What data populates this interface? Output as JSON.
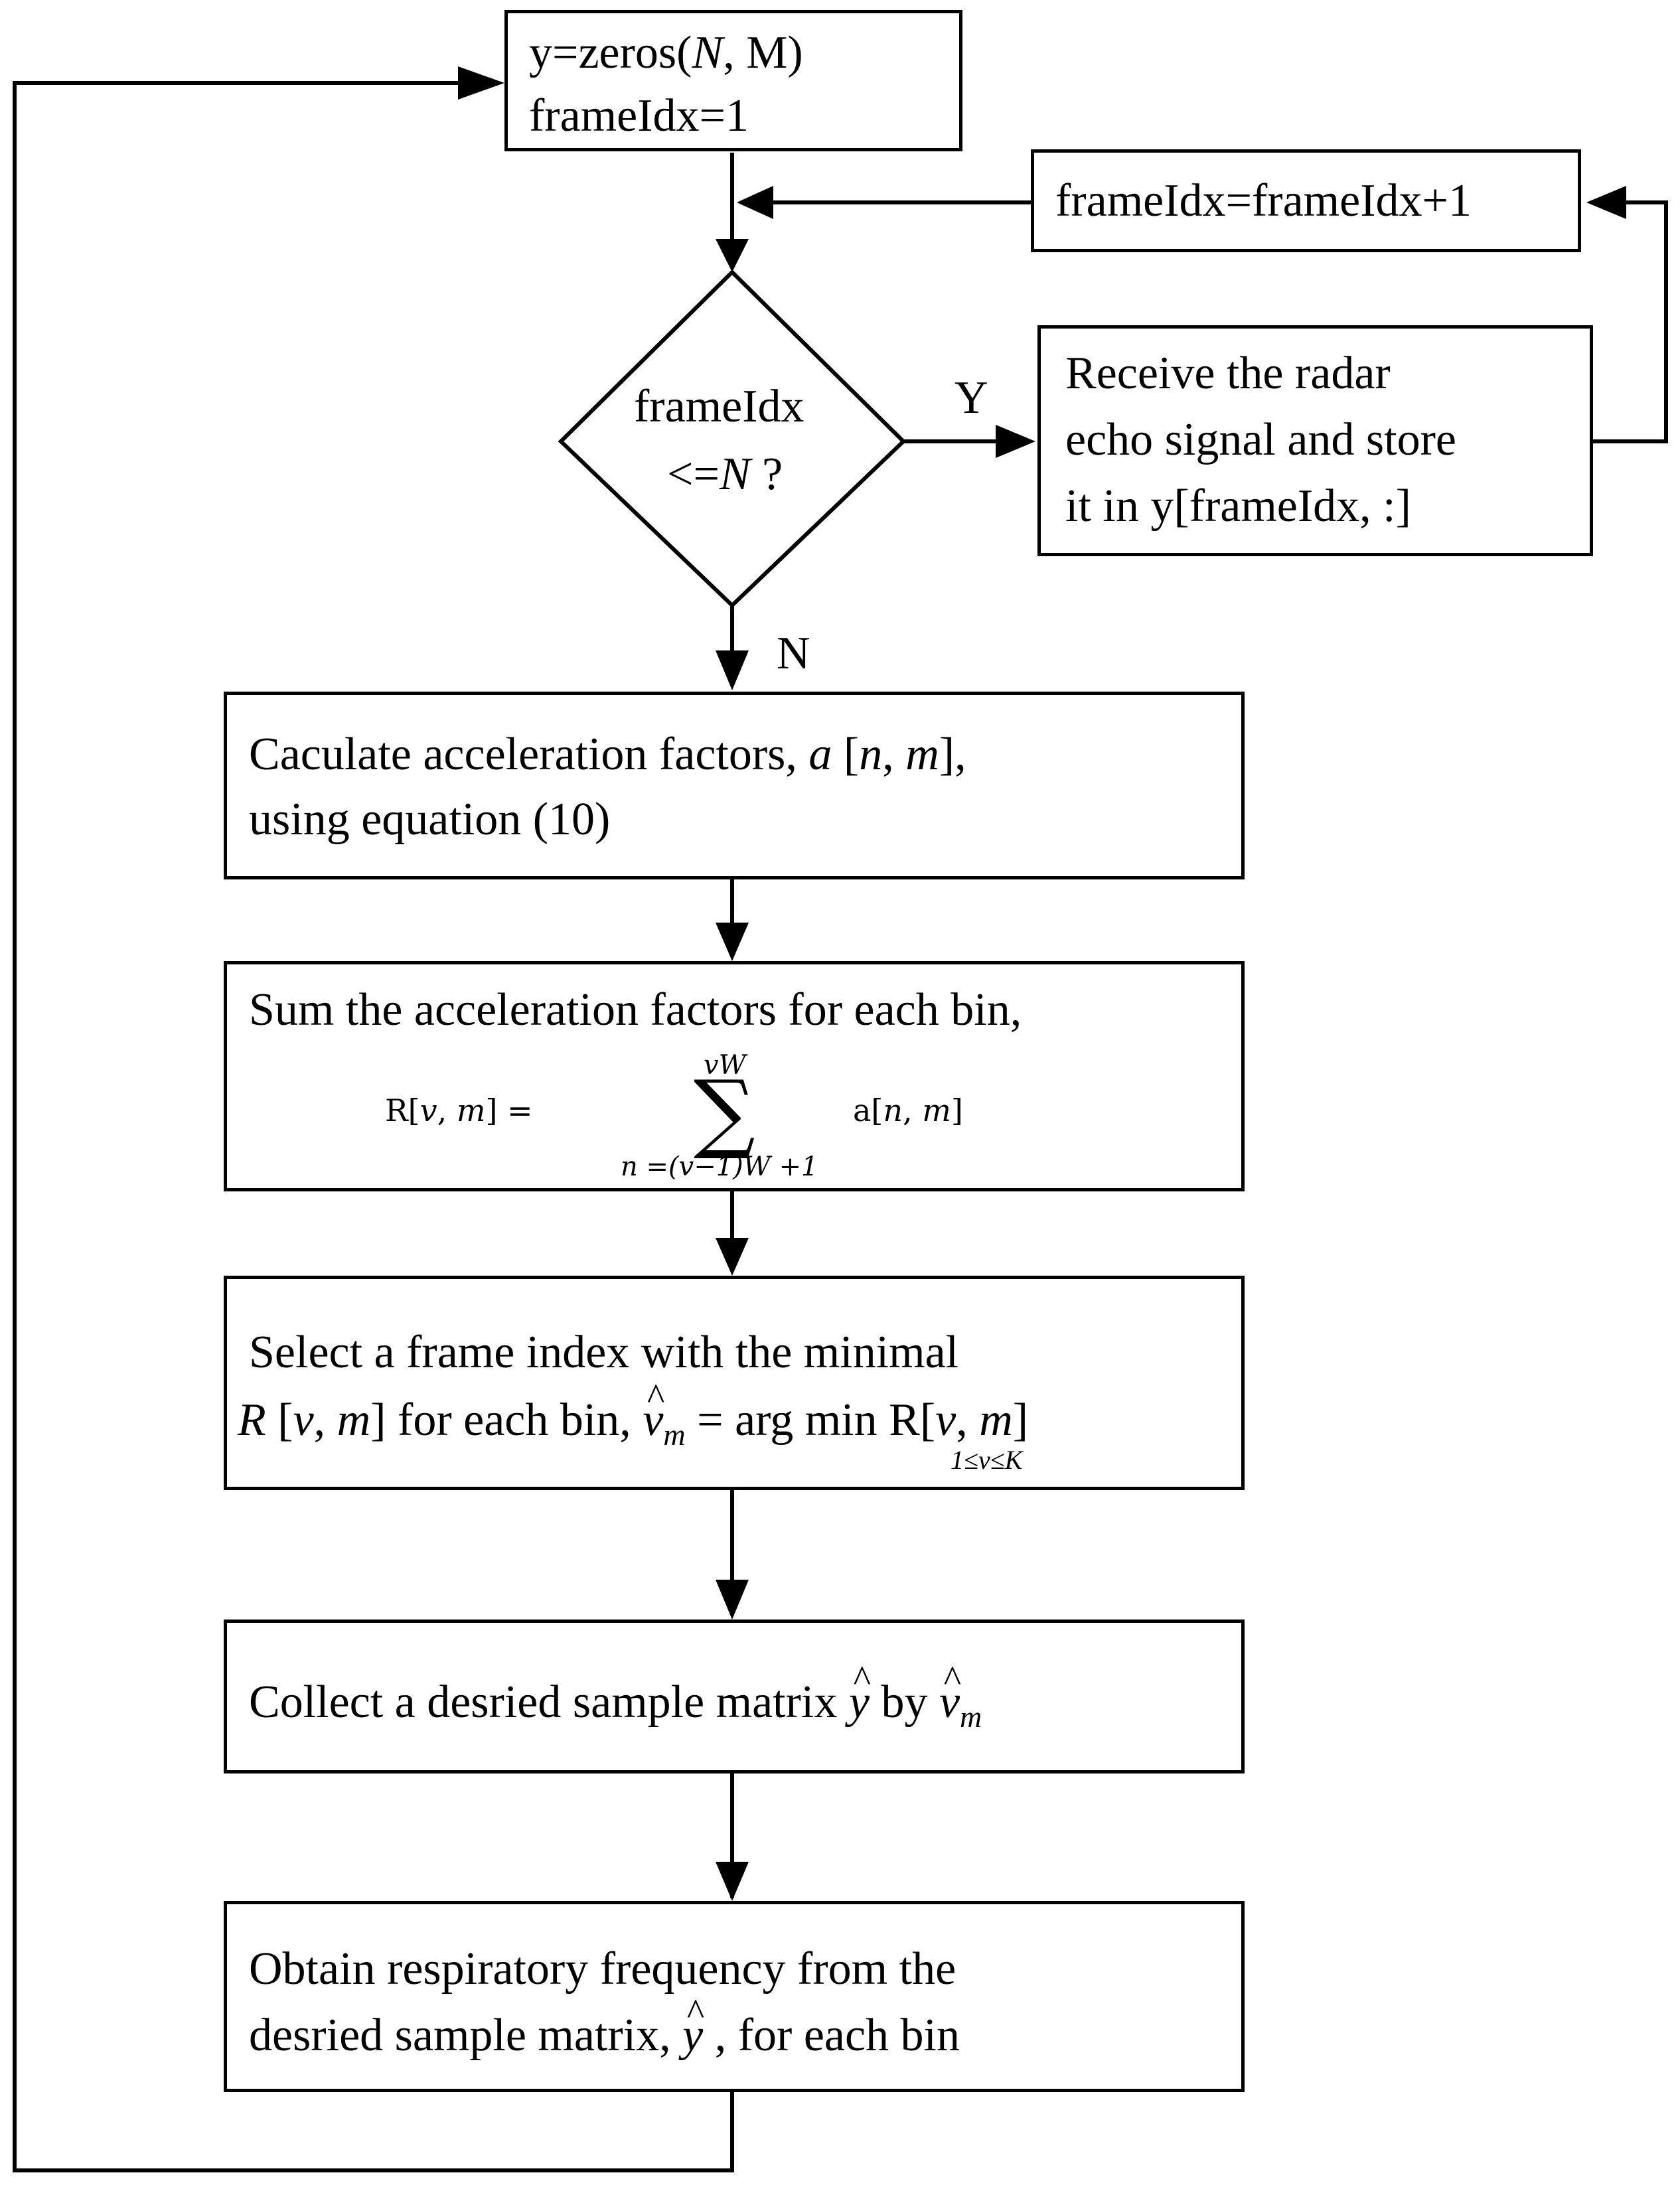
{
  "flowchart": {
    "init": {
      "line1_prefix": "y=zeros(",
      "line1_N": "N",
      "line1_suffix": ", M)",
      "line2": "frameIdx=1"
    },
    "increment": {
      "text": "frameIdx=frameIdx+1"
    },
    "decision": {
      "line1": "frameIdx",
      "line2_prefix": "<=",
      "line2_N": "N",
      "line2_suffix": " ?"
    },
    "yes_label": "Y",
    "no_label": "N",
    "receive": {
      "line1": "Receive the radar",
      "line2": "echo signal and store",
      "line3": "it in y[frameIdx, :]"
    },
    "calc": {
      "line1_prefix": "Caculate acceleration factors, ",
      "a": "a",
      "bracket_open": " [",
      "n": "n",
      "comma": ", ",
      "m": "m",
      "bracket_close": "],",
      "line2": "using equation (10)"
    },
    "sum": {
      "line1": "Sum the acceleration factors for each bin,",
      "lhs_R": "R[",
      "lhs_v": "v",
      "lhs_comma": ", ",
      "lhs_m": "m",
      "lhs_close": "] =",
      "sigma": "∑",
      "upper": "vW",
      "lower": "n =(v−1)W +1",
      "rhs_a": "a[",
      "rhs_n": "n",
      "rhs_comma": ", ",
      "rhs_m": "m",
      "rhs_close": "]"
    },
    "select": {
      "line1": "Select a frame index with the minimal",
      "R": "R",
      "bracket": " [",
      "v": "v",
      "comma": ", ",
      "m": "m",
      "text": "] for each bin, ",
      "vhat": "v",
      "sub_m": "m",
      "equals": " = arg ",
      "min": "min",
      "min_sub": "1≤v≤K",
      "rhs": " R[",
      "rhs_v": "v",
      "rhs_comma": ", ",
      "rhs_m": "m",
      "rhs_close": "]"
    },
    "collect": {
      "prefix": "Collect a desried sample matrix  ",
      "yhat": "y",
      "by": "  by  ",
      "vhat": "v",
      "sub_m": "m"
    },
    "obtain": {
      "line1": "Obtain respiratory frequency from the",
      "line2_prefix": "desried sample matrix, ",
      "yhat": "y",
      "line2_suffix": "  , for each bin"
    }
  }
}
